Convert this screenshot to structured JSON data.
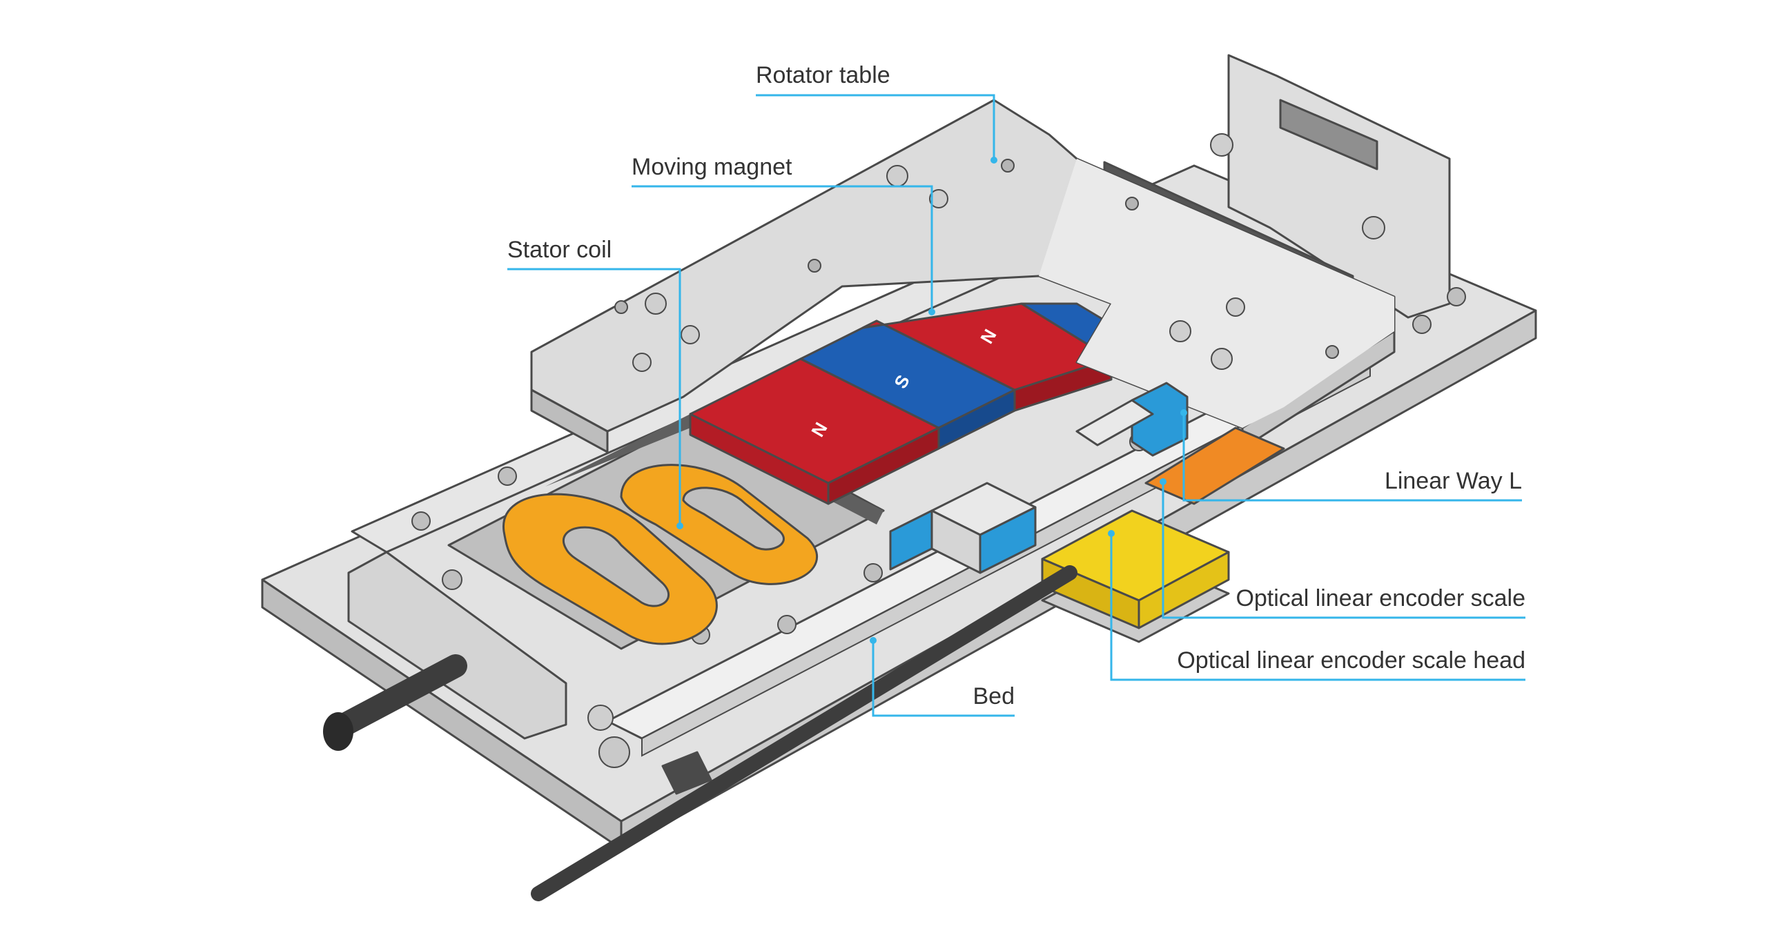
{
  "diagram": {
    "labels": {
      "rotator_table": "Rotator table",
      "moving_magnet": "Moving magnet",
      "stator_coil": "Stator coil",
      "linear_way": "Linear Way L",
      "encoder_scale": "Optical linear encoder scale",
      "encoder_head": "Optical linear encoder scale head",
      "bed": "Bed"
    },
    "magnet_letters": {
      "n1": "N",
      "s": "S",
      "n2": "N"
    },
    "colors": {
      "leader": "#35b6ea",
      "metal": "#d9d9d9",
      "magnet_north": "#c8202a",
      "magnet_south": "#1e5fb4",
      "coil": "#f3a51f",
      "encoder_head": "#f2d21e",
      "encoder_scale": "#f08a24",
      "linear_way_block": "#2a9ad8"
    }
  }
}
